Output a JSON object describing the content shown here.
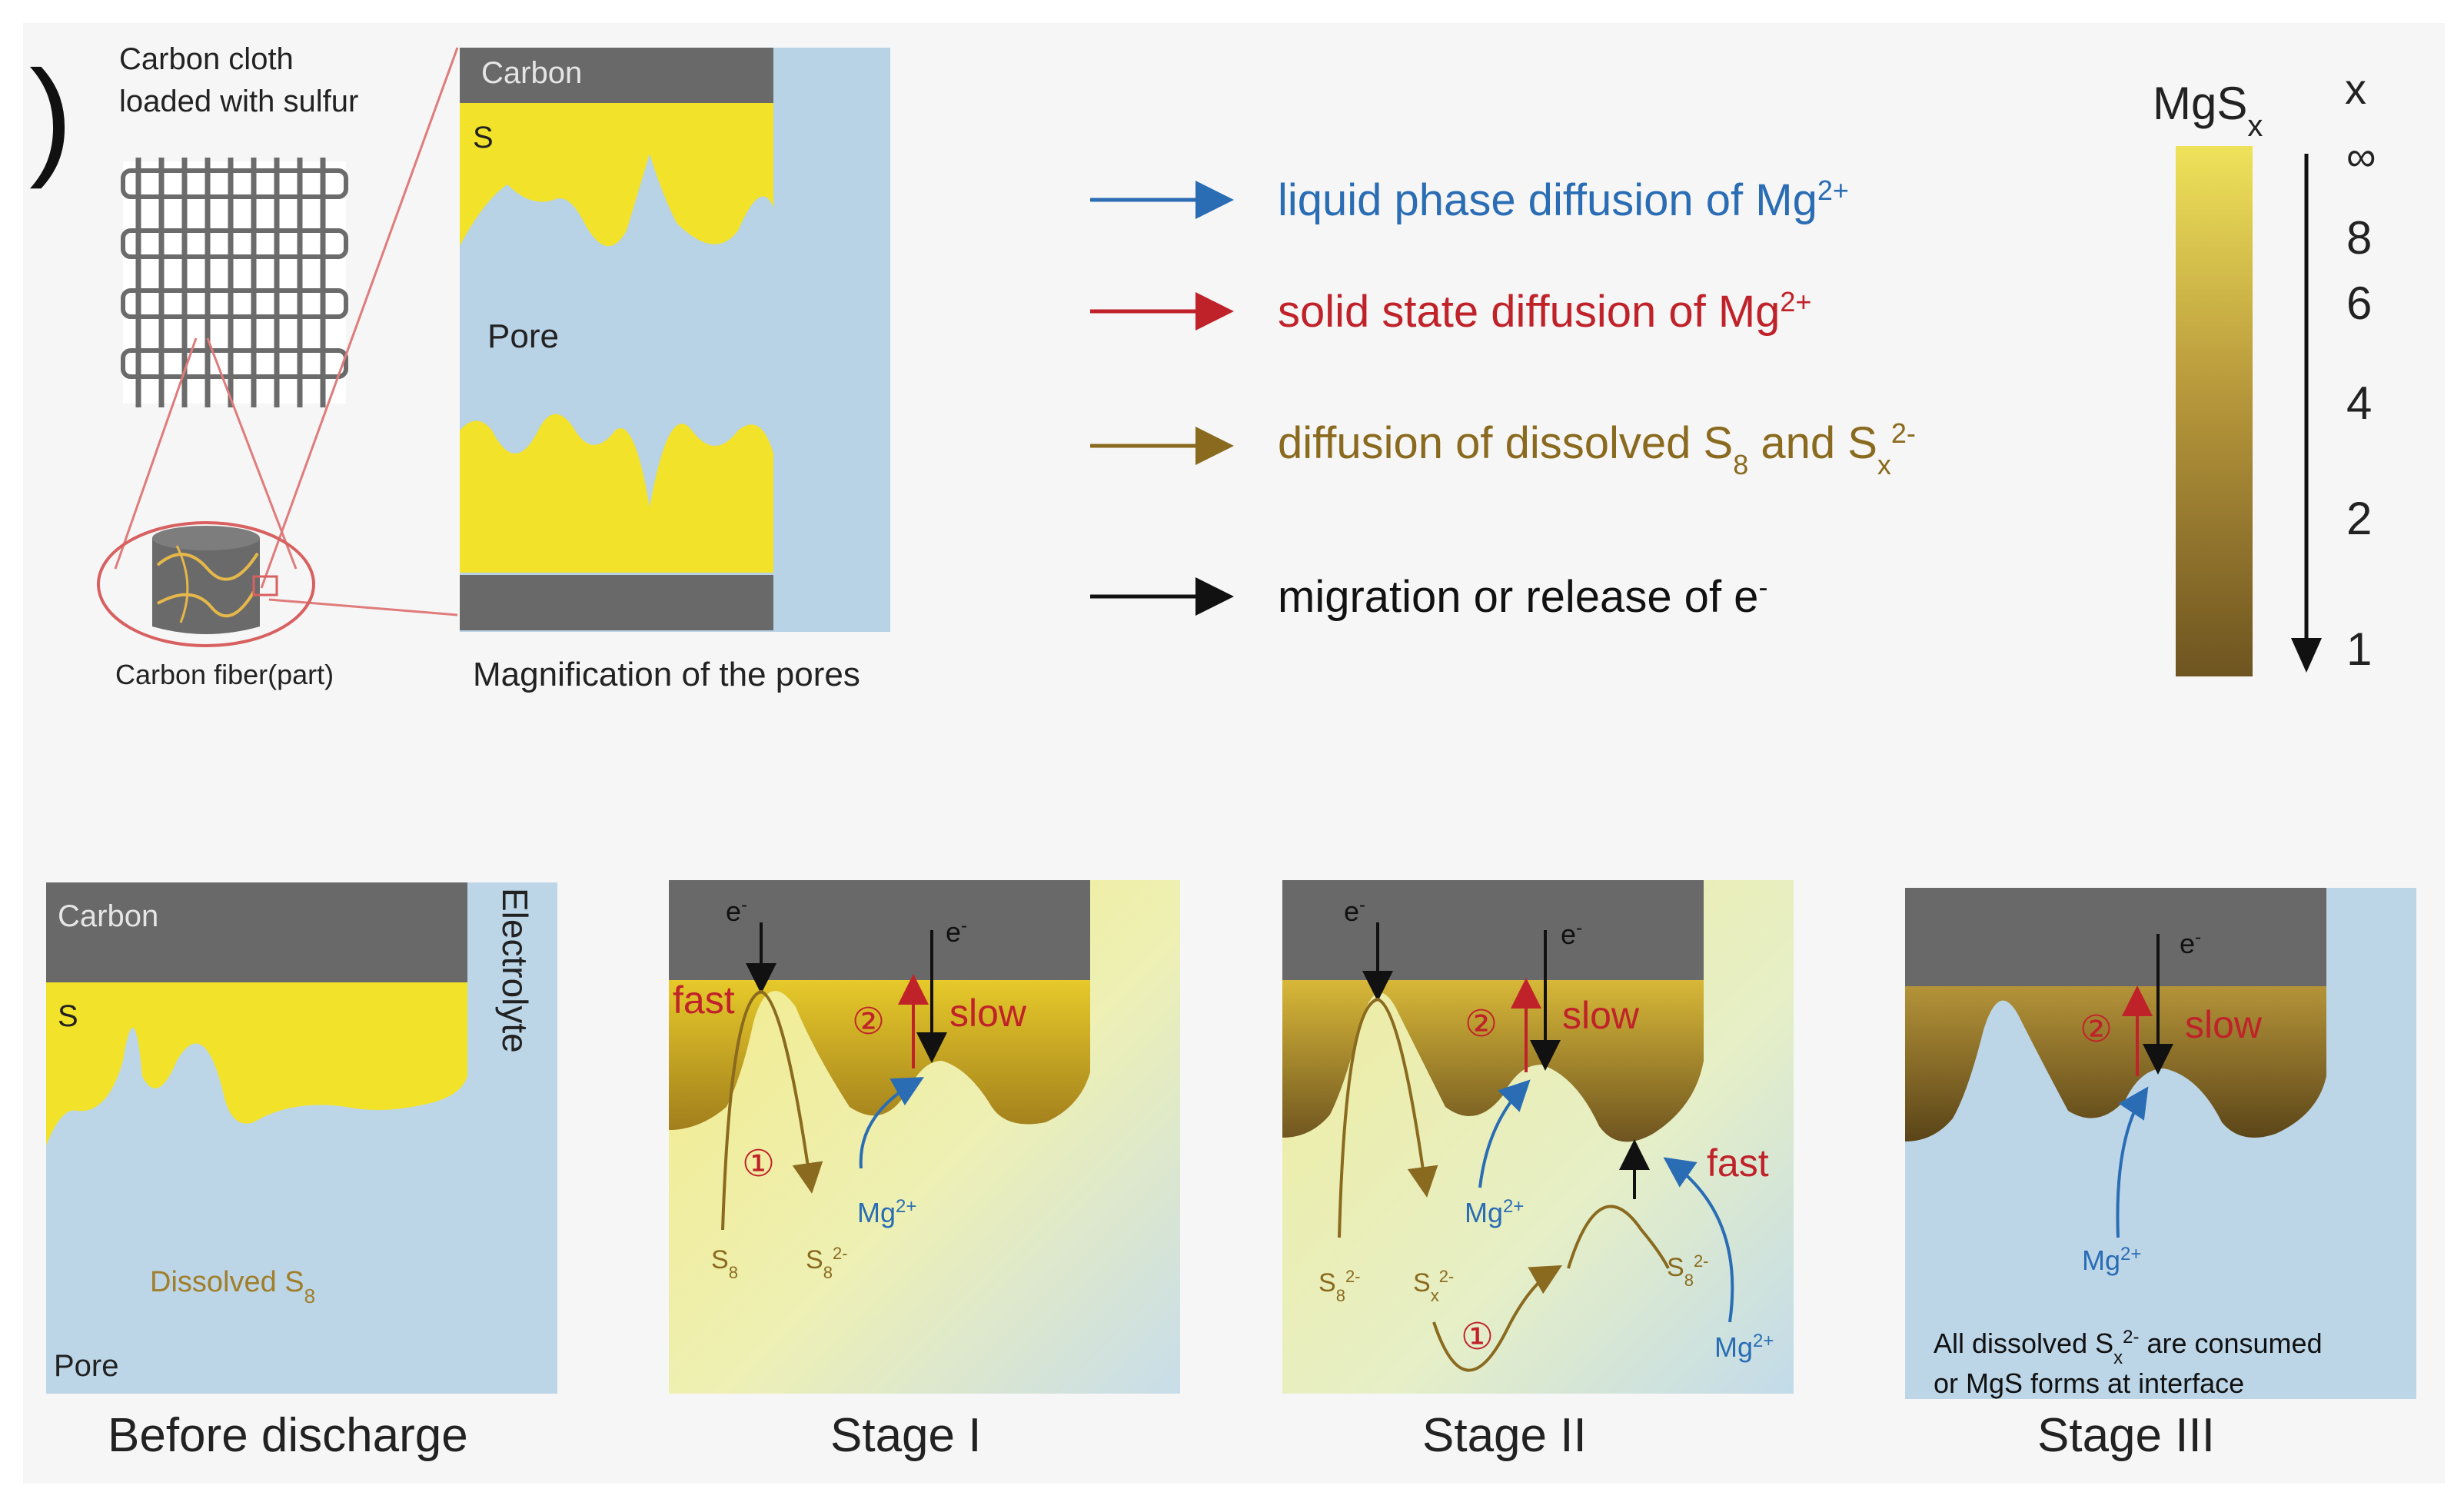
{
  "panel_letter": ")",
  "top": {
    "cloth_label_line1": "Carbon cloth",
    "cloth_label_line2": "loaded with sulfur",
    "fiber_label": "Carbon fiber(part)",
    "mag_carbon": "Carbon",
    "mag_s": "S",
    "mag_pore": "Pore",
    "mag_caption": "Magnification of the pores"
  },
  "legend": {
    "items": [
      {
        "text": "liquid phase diffusion of Mg",
        "sup": "2+",
        "color": "#2a6db4"
      },
      {
        "text": "solid state diffusion of Mg",
        "sup": "2+",
        "color": "#c0222a"
      },
      {
        "text": "diffusion of dissolved S",
        "sub": "8",
        "mid": " and S",
        "sub2": "x",
        "sup2": "2-",
        "color": "#8a6a1e"
      },
      {
        "text": "migration or release of e",
        "sup": "-",
        "color": "#111111"
      }
    ]
  },
  "colorbar": {
    "title": "MgS",
    "title_sub": "x",
    "axis_label": "x",
    "ticks": [
      "∞",
      "8",
      "6",
      "4",
      "2",
      "1"
    ],
    "color_top": "#efe25a",
    "color_bottom": "#6e5420"
  },
  "stages": {
    "before": {
      "caption": "Before discharge",
      "carbon": "Carbon",
      "s": "S",
      "electrolyte": "Electrolyte",
      "dissolved": "Dissolved S",
      "dissolved_sub": "8",
      "pore": "Pore"
    },
    "s1": {
      "caption": "Stage I",
      "e_left": "e",
      "e_right": "e",
      "e_sup": "-",
      "fast": "fast",
      "slow": "slow",
      "num1": "①",
      "num2": "②",
      "mg": "Mg",
      "mg_sup": "2+",
      "s8": "S",
      "s8_sub": "8",
      "sx": "S",
      "sx_sub": "8",
      "sx_sup": "2-"
    },
    "s2": {
      "caption": "Stage II",
      "e_left": "e",
      "e_right": "e",
      "e_sup": "-",
      "slow": "slow",
      "fast": "fast",
      "num1": "①",
      "num2": "②",
      "mg1": "Mg",
      "mg2": "Mg",
      "mg_sup": "2+",
      "s8": "S",
      "s8_sub": "8",
      "s8_sup": "2-",
      "sx": "S",
      "sx_sub": "x",
      "sx_sup": "2-",
      "s8b": "S",
      "s8b_sub": "8",
      "s8b_sup": "2-"
    },
    "s3": {
      "caption": "Stage III",
      "e": "e",
      "e_sup": "-",
      "slow": "slow",
      "num2": "②",
      "mg": "Mg",
      "mg_sup": "2+",
      "note_line1_a": "All dissolved S",
      "note_line1_sub": "x",
      "note_line1_sup": "2-",
      "note_line1_b": " are consumed",
      "note_line2": "or MgS forms at interface"
    }
  }
}
